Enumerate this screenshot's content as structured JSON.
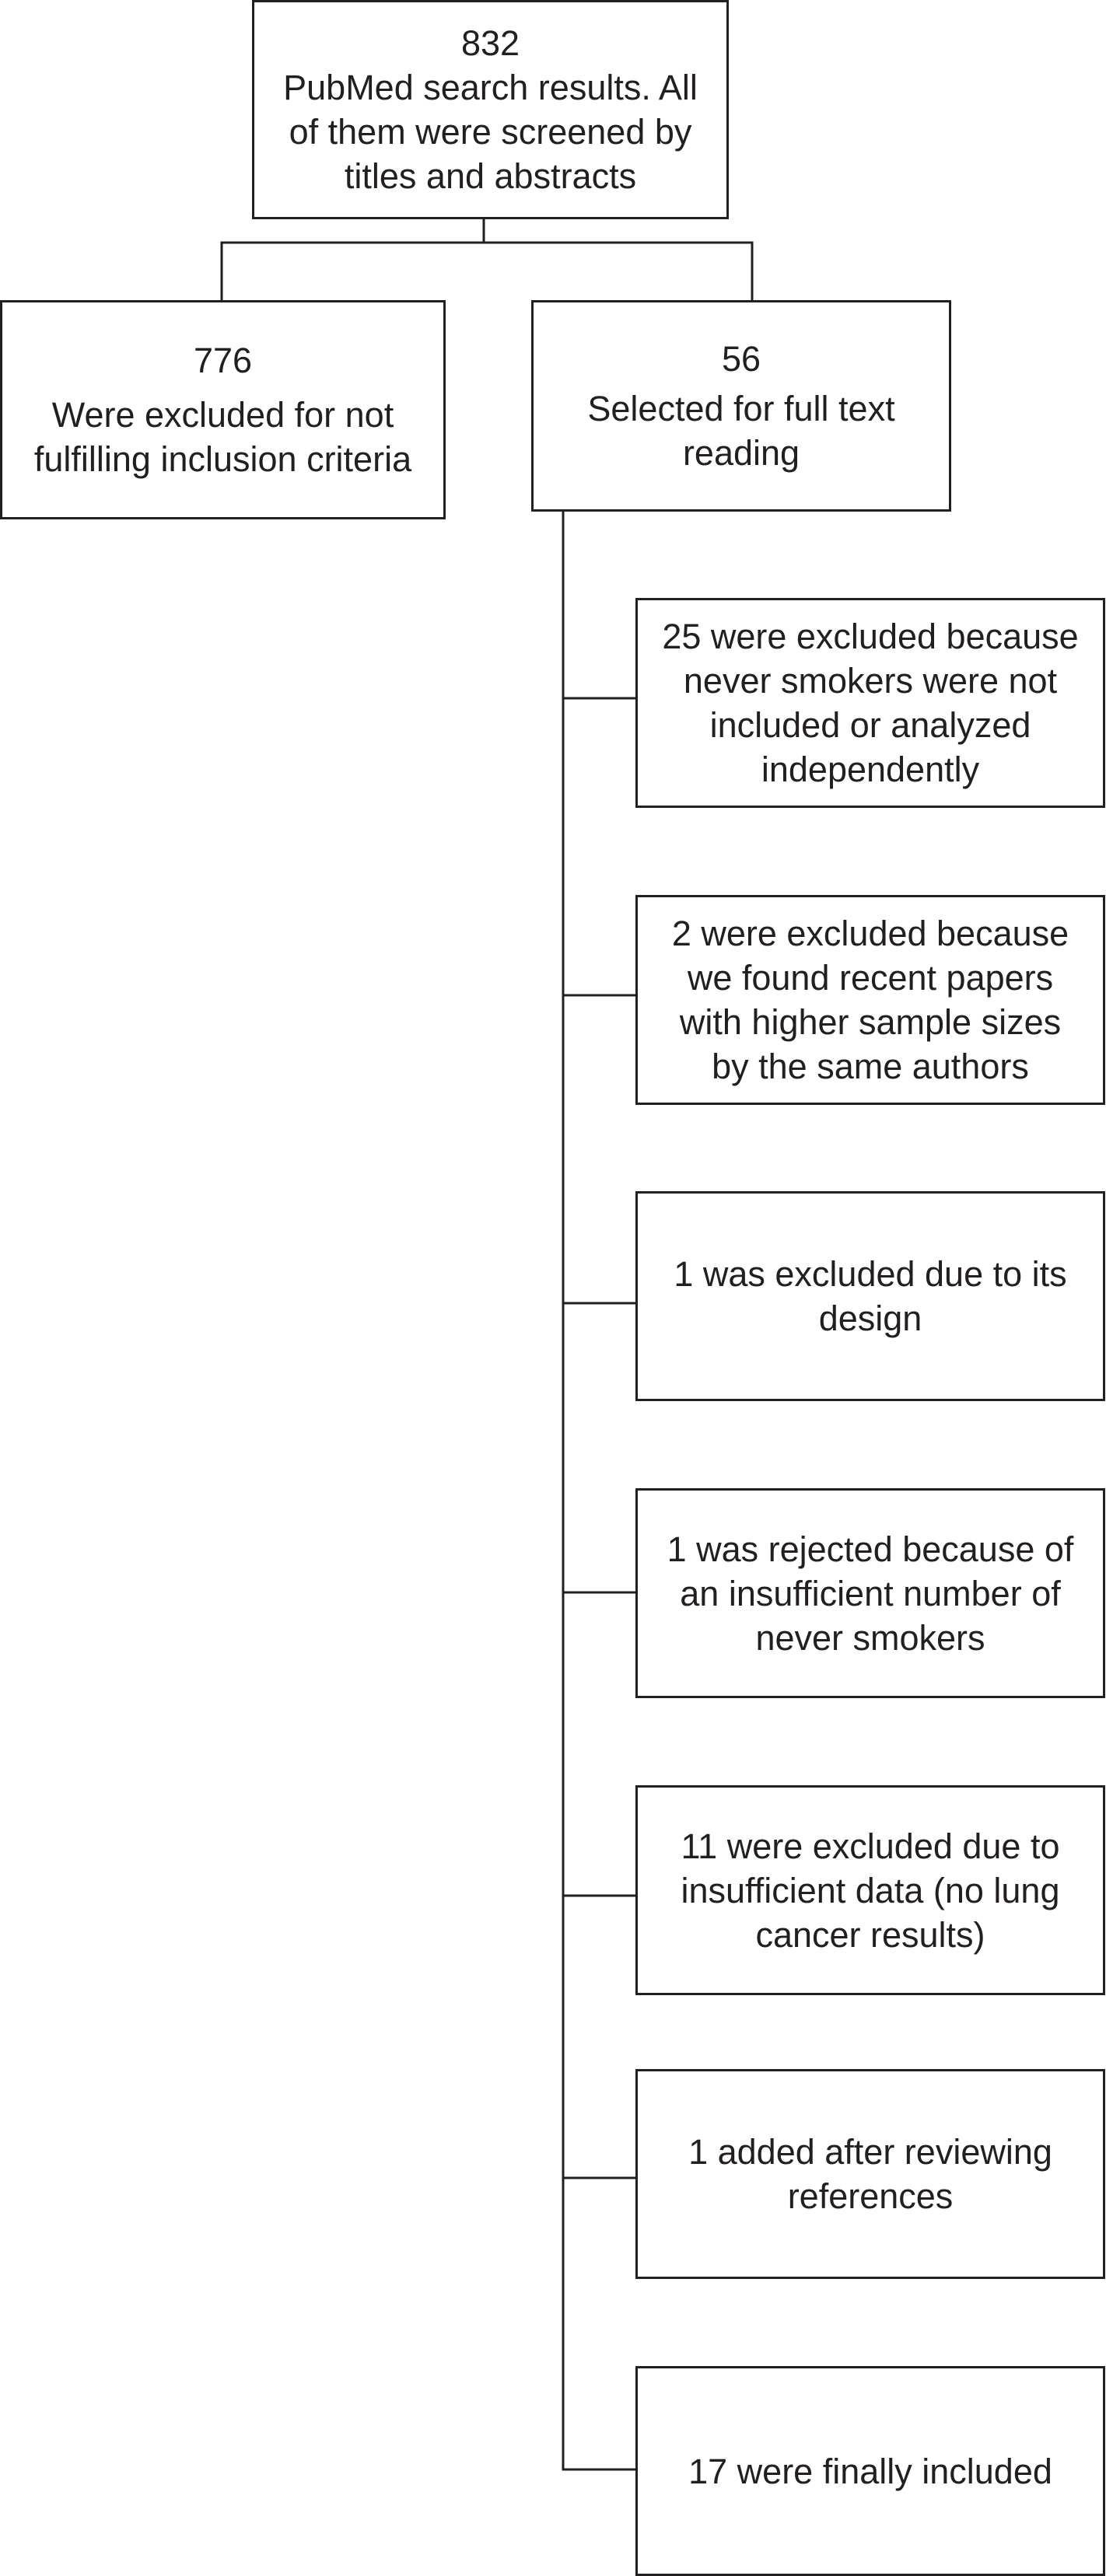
{
  "search": {
    "count": "832",
    "lines": [
      "PubMed search results. All",
      "of them were screened by",
      "titles and abstracts"
    ]
  },
  "excluded": {
    "count": "776",
    "lines": [
      "Were excluded for not",
      "fulfilling inclusion criteria"
    ]
  },
  "selected": {
    "count": "56",
    "lines": [
      "Selected for full text",
      "reading"
    ]
  },
  "reasons": [
    {
      "lines": [
        "25 were excluded because",
        "never smokers were not",
        "included or analyzed",
        "independently"
      ]
    },
    {
      "lines": [
        "2 were excluded because",
        "we found recent papers",
        "with higher sample sizes",
        "by the same authors"
      ]
    },
    {
      "lines": [
        "1 was excluded due to its",
        "design"
      ]
    },
    {
      "lines": [
        "1 was rejected because of",
        "an insufficient number of",
        "never smokers"
      ]
    },
    {
      "lines": [
        "11 were excluded due to",
        "insufficient data (no lung",
        "cancer results)"
      ]
    },
    {
      "lines": [
        "1 added after reviewing",
        "references"
      ]
    },
    {
      "lines": [
        "17 were finally included"
      ]
    }
  ],
  "colors": {
    "line": "#231f20",
    "background": "#ffffff",
    "text": "#231f20"
  }
}
